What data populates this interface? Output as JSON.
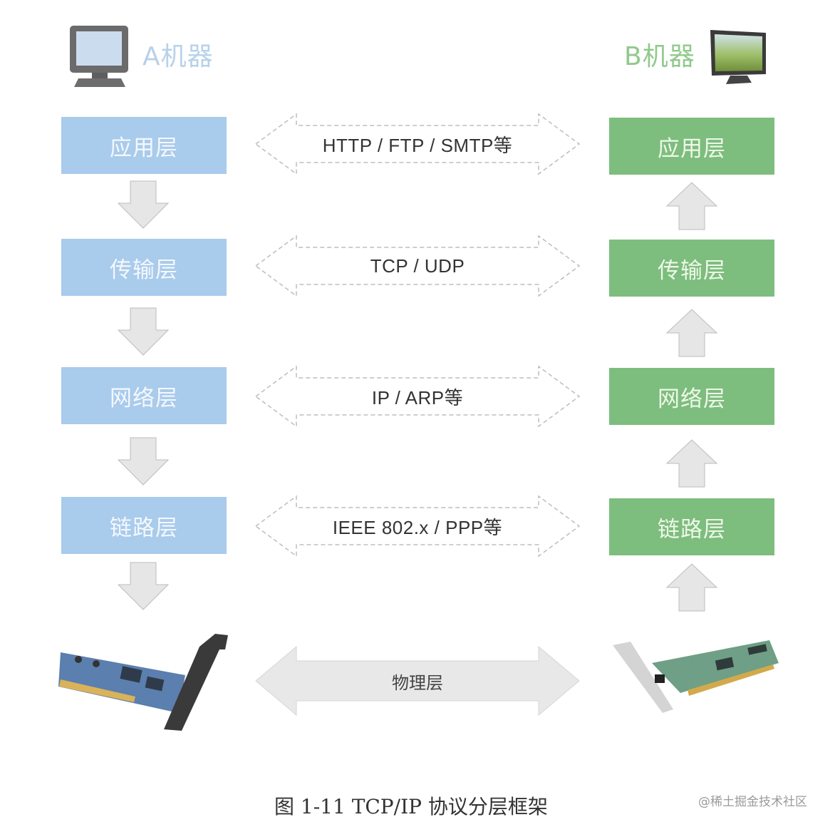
{
  "machine_a": {
    "title": "A机器",
    "icon": "crt-monitor-icon",
    "layers": [
      "应用层",
      "传输层",
      "网络层",
      "链路层"
    ],
    "flow_direction": "down",
    "color": "#a9cbec",
    "hardware": "pci-network-card-blue"
  },
  "machine_b": {
    "title": "B机器",
    "icon": "lcd-monitor-icon",
    "layers": [
      "应用层",
      "传输层",
      "网络层",
      "链路层"
    ],
    "flow_direction": "up",
    "color": "#7dbd7e",
    "hardware": "pci-network-card-green"
  },
  "protocols": [
    "HTTP / FTP / SMTP等",
    "TCP / UDP",
    "IP / ARP等",
    "IEEE 802.x / PPP等"
  ],
  "physical_layer": "物理层",
  "caption": "图 1-11   TCP/IP 协议分层框架",
  "watermark": "@稀土掘金技术社区"
}
